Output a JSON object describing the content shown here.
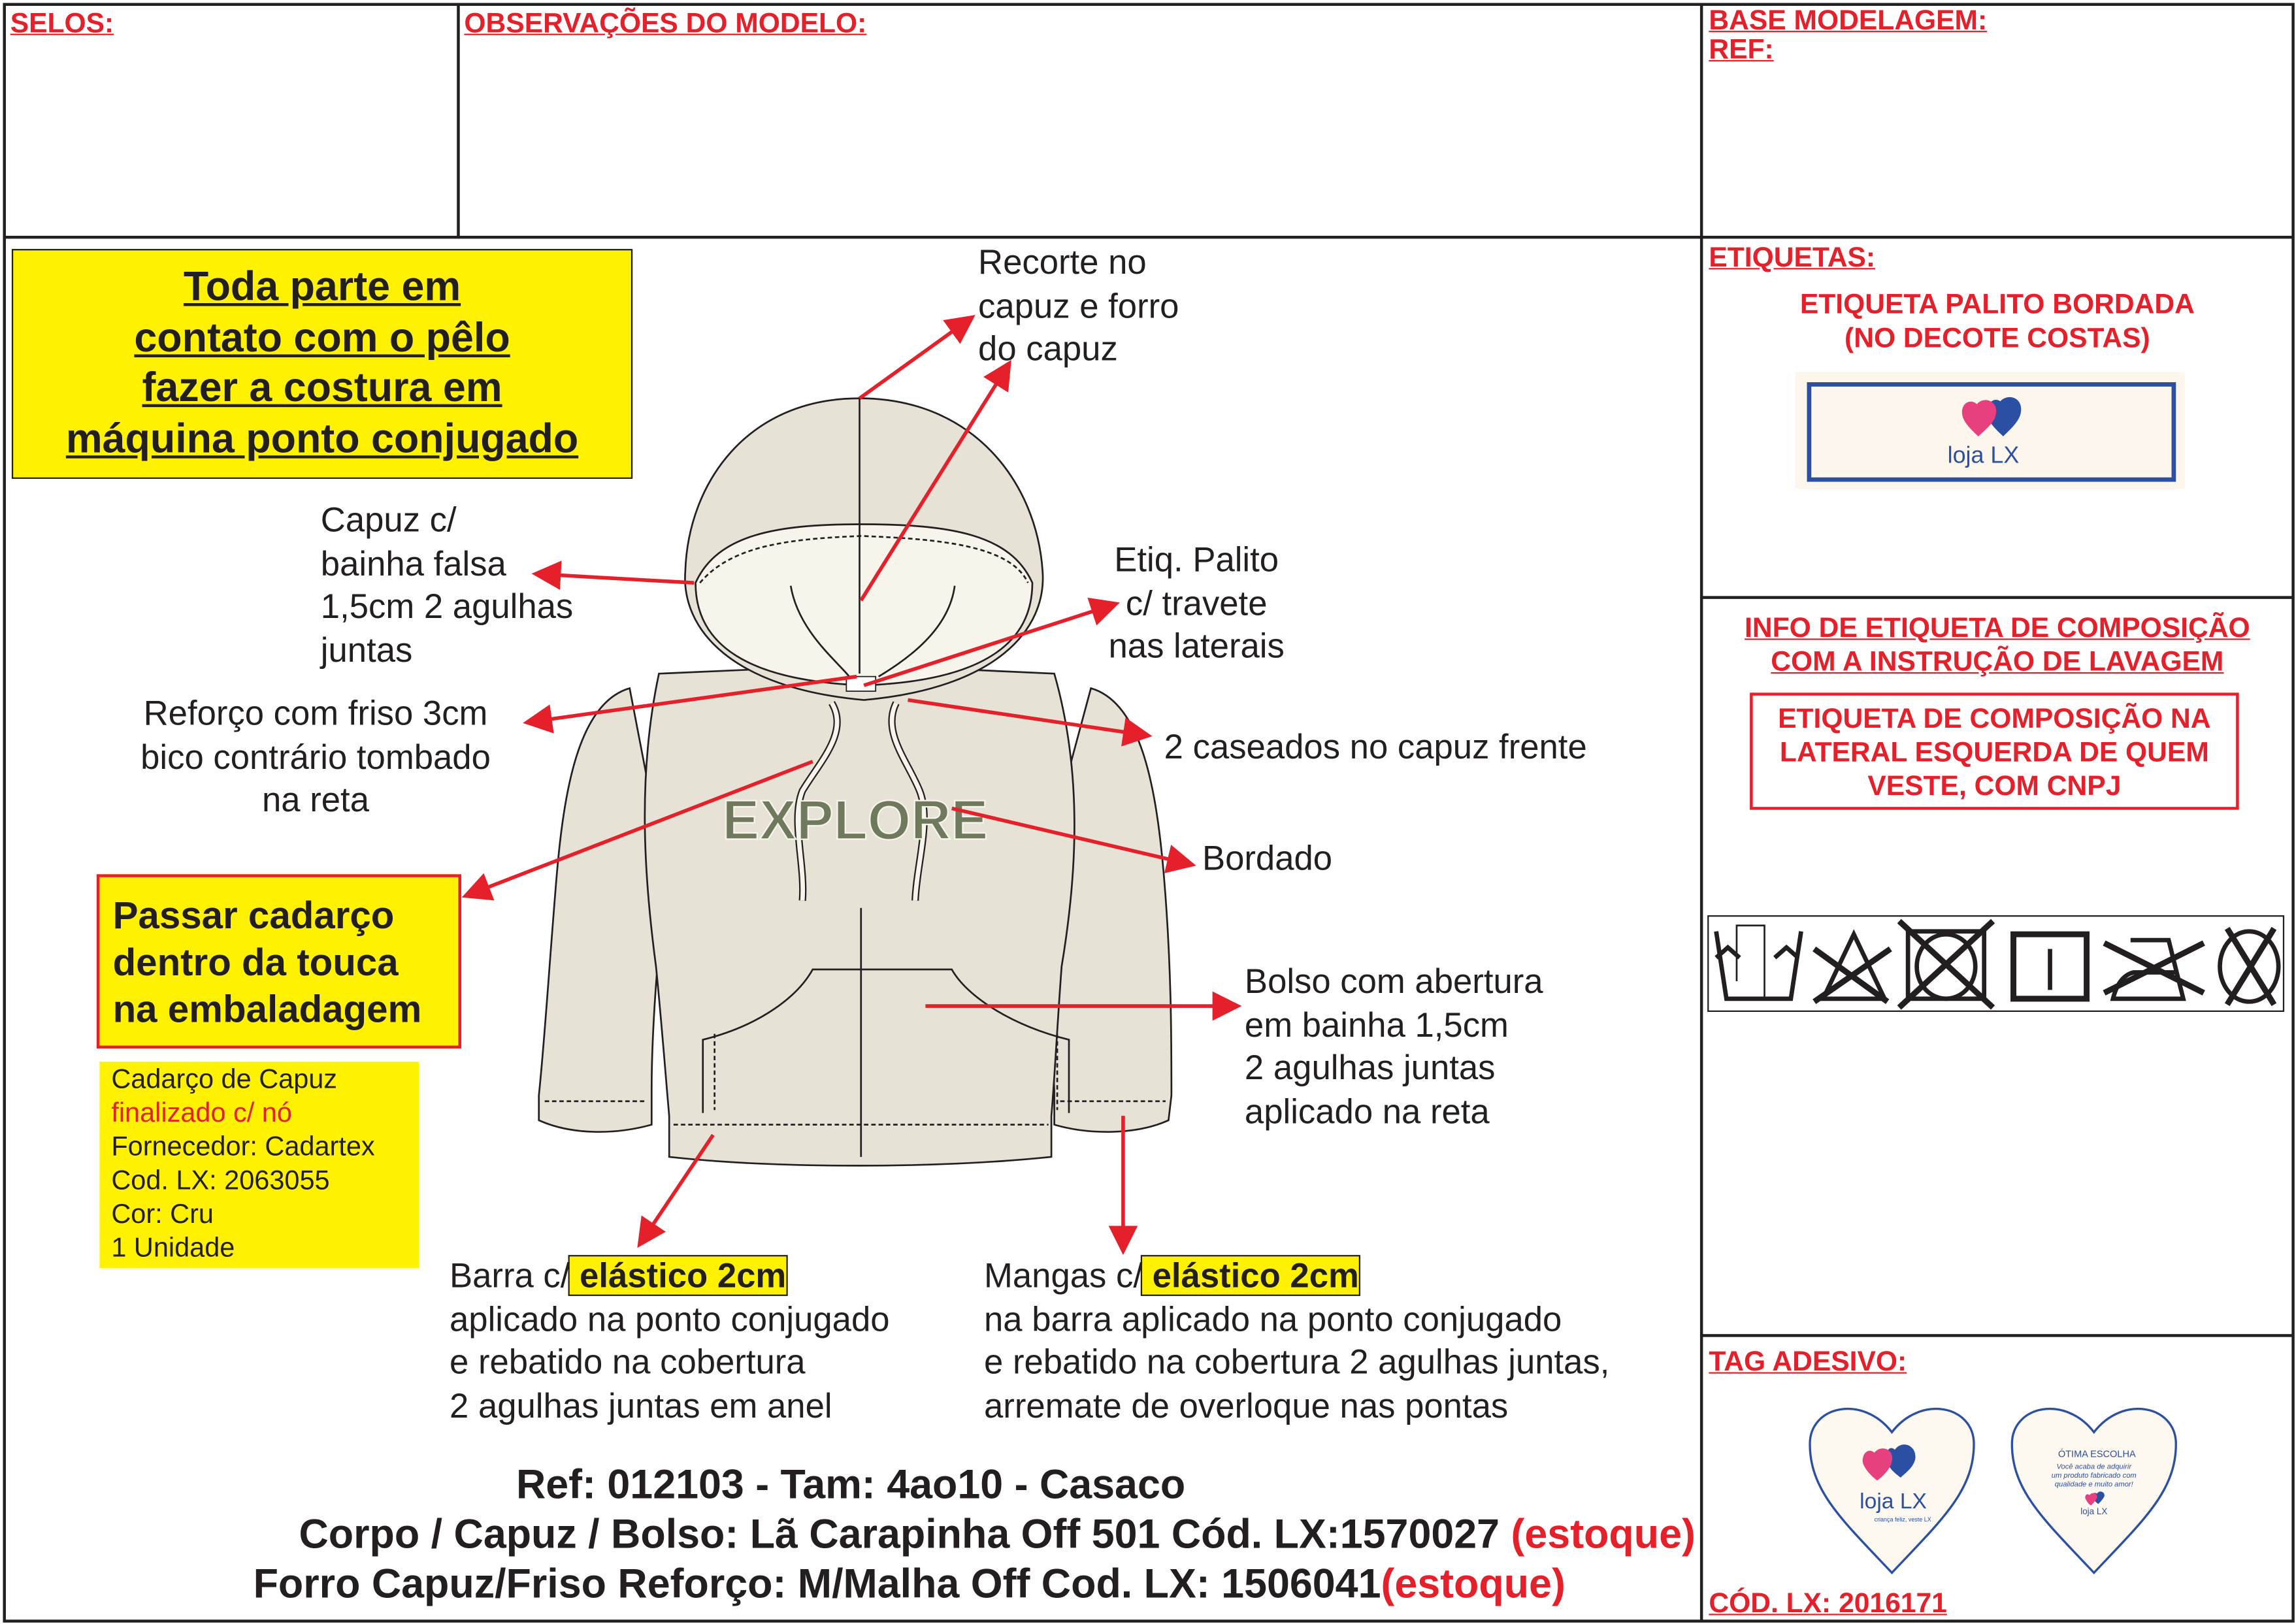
{
  "headers": {
    "selos": "SELOS:",
    "observacoes": "OBSERVAÇÕES DO MODELO:",
    "base_modelagem": "BASE MODELAGEM:",
    "ref": "REF:",
    "etiquetas": "ETIQUETAS:",
    "info_composicao_1": "INFO DE ETIQUETA DE COMPOSIÇÃO",
    "info_composicao_2": "COM A INSTRUÇÃO DE LAVAGEM",
    "tag_adesivo": "TAG ADESIVO:",
    "cod_lx_label": "CÓD. LX: ",
    "cod_lx_value": "2016171"
  },
  "etiqueta": {
    "line1": "ETIQUETA PALITO BORDADA",
    "line2": "(NO DECOTE COSTAS)",
    "logo_text": "loja LX"
  },
  "composicao": {
    "line1": "ETIQUETA DE COMPOSIÇÃO NA",
    "line2": "LATERAL ESQUERDA DE QUEM",
    "line3": "VESTE, COM CNPJ"
  },
  "care_symbols": [
    "hand-wash-icon",
    "do-not-bleach-icon",
    "do-not-tumble-dry-icon",
    "line-dry-icon",
    "do-not-iron-icon",
    "do-not-dry-clean-icon"
  ],
  "tag": {
    "front_logo": "loja LX",
    "front_slogan": "criança feliz, veste LX",
    "back_title": "ÓTIMA ESCOLHA",
    "back_line1": "Você acaba de adquirir",
    "back_line2": "um produto fabricado com",
    "back_line3": "qualidade e muito amor!"
  },
  "warning_box": {
    "line1": "Toda parte em",
    "line2": "contato com o pêlo",
    "line3": "fazer a costura em",
    "line4": "máquina ponto conjugado"
  },
  "packaging_box": {
    "line1": "Passar cadarço",
    "line2": "dentro da touca",
    "line3": "na embaladagem"
  },
  "cadarco": {
    "line1": "Cadarço de Capuz",
    "line2": "finalizado c/ nó",
    "line3": "Fornecedor: Cadartex",
    "line4": "Cod. LX: 2063055",
    "line5": "Cor: Cru",
    "line6": "1 Unidade"
  },
  "annotations": {
    "recorte": "Recorte no\ncapuz e forro\ndo capuz",
    "capuz": "Capuz c/\nbainha falsa\n1,5cm 2 agulhas\njuntas",
    "etiq_palito": "Etiq. Palito\nc/ travete\nnas laterais",
    "reforco": "Reforço com friso 3cm\nbico contrário tombado\nna reta",
    "caseados": "2 caseados no capuz frente",
    "bordado": "Bordado",
    "bolso": "Bolso com abertura\nem bainha 1,5cm\n2 agulhas juntas\naplicado na reta",
    "barra_prefix": "Barra c/",
    "barra_highlight": " elástico 2cm",
    "barra_rest": "aplicado na ponto conjugado\ne rebatido na cobertura\n2 agulhas juntas em anel",
    "mangas_prefix": "Mangas c/",
    "mangas_highlight": " elástico 2cm",
    "mangas_rest": "na barra aplicado na ponto conjugado\ne rebatido na cobertura 2 agulhas juntas,\narremate de overloque nas pontas"
  },
  "garment_print": "EXPLORE",
  "footer": {
    "line1": "Ref: 012103 - Tam: 4ao10 - Casaco",
    "line2": "Corpo / Capuz / Bolso: Lã Carapinha Off 501 Cód. LX:1570027 ",
    "line2_red": "(estoque)",
    "line3": "Forro Capuz/Friso Reforço: M/Malha Off Cod. LX: 1506041",
    "line3_red": "(estoque)"
  },
  "colors": {
    "red": "#e5202a",
    "yellow": "#fff200",
    "blue": "#2b4fa2",
    "pink": "#e8407e",
    "fabric": "#e6e2d6"
  }
}
